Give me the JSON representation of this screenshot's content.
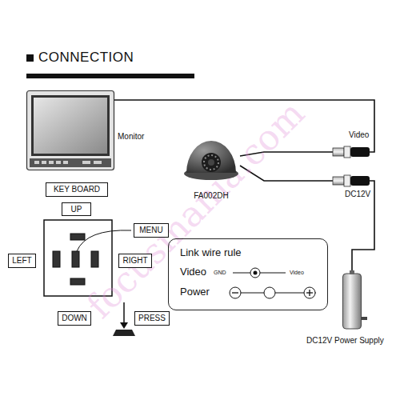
{
  "diagram": {
    "title": "CONNECTION",
    "nodes": [
      {
        "text": [
          "Monitor"
        ]
      },
      {
        "text": [
          "FA002DH"
        ]
      },
      {
        "text": [
          "KEY BOARD"
        ]
      },
      {
        "text": [
          "UP"
        ]
      },
      {
        "text": [
          "LEFT"
        ]
      },
      {
        "text": [
          "MENU"
        ]
      },
      {
        "text": [
          "RIGHT"
        ]
      },
      {
        "text": [
          "Link wire rule",
          "Video",
          "GND",
          "Video",
          "Power"
        ]
      },
      {
        "text": [
          "DOWN"
        ]
      },
      {
        "text": [
          "PRESS"
        ]
      },
      {
        "text": [
          "DC12V Power Supply"
        ]
      }
    ],
    "edges": [
      {
        "from": 0,
        "to": 1,
        "arrow": "none"
      },
      {
        "from": 10,
        "to": 1,
        "arrow": "none"
      }
    ],
    "labels": [
      "Video",
      "DC12V",
      "focusmania.com"
    ]
  }
}
